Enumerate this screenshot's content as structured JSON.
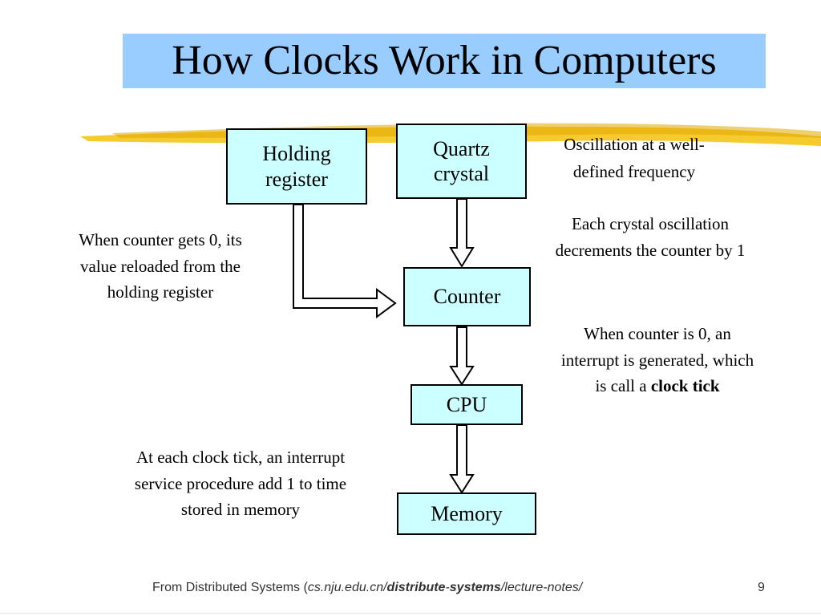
{
  "title": "How Clocks Work in Computers",
  "boxes": {
    "holding": [
      "Holding",
      "register"
    ],
    "quartz": [
      "Quartz",
      "crystal"
    ],
    "counter": "Counter",
    "cpu": "CPU",
    "memory": "Memory"
  },
  "notes": {
    "oscillation": [
      "Oscillation at a well-",
      "defined frequency"
    ],
    "decrement": [
      "Each crystal oscillation",
      "decrements the counter by 1"
    ],
    "reload": [
      "When counter gets 0, its",
      "value reloaded from the",
      "holding register"
    ],
    "interrupt": [
      "When counter is 0, an",
      "interrupt is generated, which"
    ],
    "interrupt_prefix": "is call a ",
    "interrupt_bold": "clock tick",
    "clock_tick": [
      "At each clock tick, an interrupt",
      "service procedure add 1 to time",
      "stored in memory"
    ]
  },
  "footer": {
    "prefix": "From Distributed Systems  (",
    "path_a": "cs.nju.edu.cn/",
    "path_b": "distribute",
    "path_c": "-",
    "path_d": "systems",
    "path_e": "/lecture-notes/",
    "page": "9"
  },
  "colors": {
    "title_bg": "#99ccff",
    "box_fill": "#ccffff",
    "highlighter": "#f5c518"
  }
}
